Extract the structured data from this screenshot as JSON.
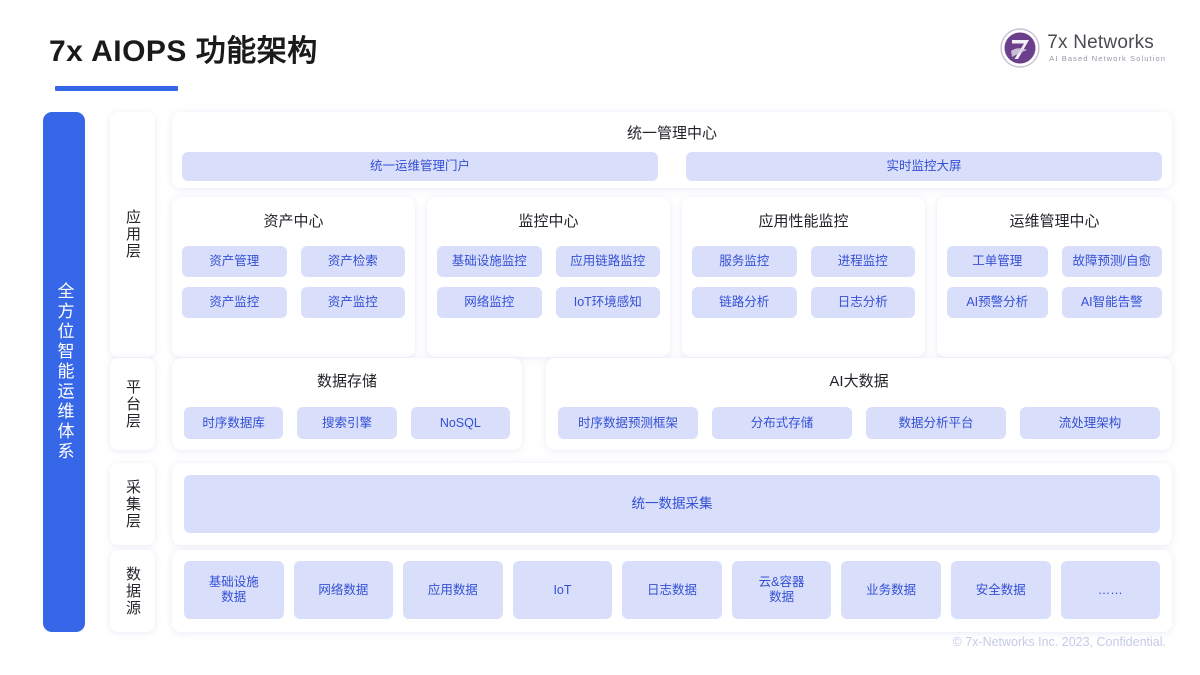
{
  "header": {
    "title": "7x AIOPS 功能架构",
    "accent_color": "#3667e8",
    "logo": {
      "name": "7x Networks",
      "tagline": "AI Based Network Solution",
      "mark_icon": "seven-swirl-logo-icon"
    }
  },
  "spine": {
    "label": "全方位智能运维体系",
    "color": "#3667e8"
  },
  "layers": [
    {
      "label": "应用层"
    },
    {
      "label": "平台层"
    },
    {
      "label": "采集层"
    },
    {
      "label": "数据源"
    }
  ],
  "unified_management_center": {
    "title": "统一管理中心",
    "chips": [
      {
        "label": "统一运维管理门户"
      },
      {
        "label": "实时监控大屏"
      }
    ]
  },
  "application_layer": {
    "panels": [
      {
        "title": "资产中心",
        "chips": [
          {
            "label": "资产管理"
          },
          {
            "label": "资产检索"
          },
          {
            "label": "资产监控"
          },
          {
            "label": "资产监控"
          }
        ]
      },
      {
        "title": "监控中心",
        "chips": [
          {
            "label": "基础设施监控"
          },
          {
            "label": "应用链路监控"
          },
          {
            "label": "网络监控"
          },
          {
            "label": "IoT环境感知"
          }
        ]
      },
      {
        "title": "应用性能监控",
        "chips": [
          {
            "label": "服务监控"
          },
          {
            "label": "进程监控"
          },
          {
            "label": "链路分析"
          },
          {
            "label": "日志分析"
          }
        ]
      },
      {
        "title": "运维管理中心",
        "chips": [
          {
            "label": "工单管理"
          },
          {
            "label": "故障预测/自愈"
          },
          {
            "label": "AI预警分析"
          },
          {
            "label": "AI智能告警"
          }
        ]
      }
    ]
  },
  "platform_layer": {
    "panels": [
      {
        "title": "数据存储",
        "chips": [
          {
            "label": "时序数据库"
          },
          {
            "label": "搜索引擎"
          },
          {
            "label": "NoSQL"
          }
        ]
      },
      {
        "title": "AI大数据",
        "chips": [
          {
            "label": "时序数据预测框架"
          },
          {
            "label": "分布式存储"
          },
          {
            "label": "数据分析平台"
          },
          {
            "label": "流处理架构"
          }
        ]
      }
    ]
  },
  "collection_layer": {
    "chip": {
      "label": "统一数据采集"
    }
  },
  "data_source_layer": {
    "chips": [
      {
        "label": "基础设施\n数据"
      },
      {
        "label": "网络数据"
      },
      {
        "label": "应用数据"
      },
      {
        "label": "IoT"
      },
      {
        "label": "日志数据"
      },
      {
        "label": "云&容器\n数据"
      },
      {
        "label": "业务数据"
      },
      {
        "label": "安全数据"
      },
      {
        "label": "……"
      }
    ]
  },
  "footer": {
    "text": "© 7x-Networks Inc. 2023, Confidential."
  }
}
